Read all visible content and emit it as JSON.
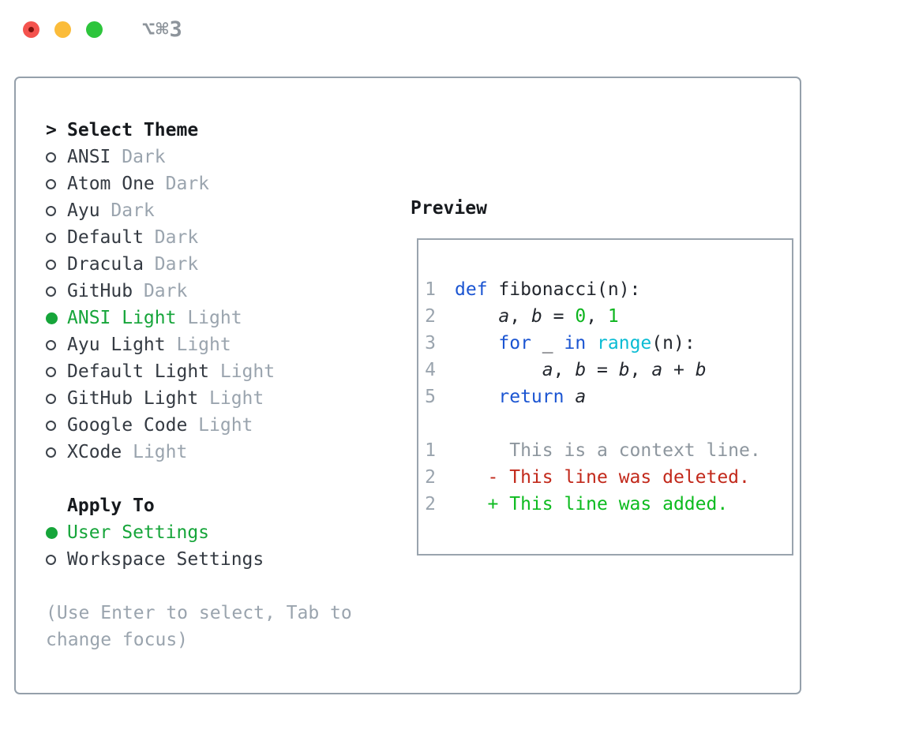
{
  "window": {
    "title": "⌥⌘3"
  },
  "theme_picker": {
    "header_prefix": ">",
    "header": "Select Theme",
    "items": [
      {
        "name": "ANSI",
        "variant": "Dark",
        "selected": false
      },
      {
        "name": "Atom One",
        "variant": "Dark",
        "selected": false
      },
      {
        "name": "Ayu",
        "variant": "Dark",
        "selected": false
      },
      {
        "name": "Default",
        "variant": "Dark",
        "selected": false
      },
      {
        "name": "Dracula",
        "variant": "Dark",
        "selected": false
      },
      {
        "name": "GitHub",
        "variant": "Dark",
        "selected": false
      },
      {
        "name": "ANSI Light",
        "variant": "Light",
        "selected": true
      },
      {
        "name": "Ayu Light",
        "variant": "Light",
        "selected": false
      },
      {
        "name": "Default Light",
        "variant": "Light",
        "selected": false
      },
      {
        "name": "GitHub Light",
        "variant": "Light",
        "selected": false
      },
      {
        "name": "Google Code",
        "variant": "Light",
        "selected": false
      },
      {
        "name": "XCode",
        "variant": "Light",
        "selected": false
      }
    ]
  },
  "apply_to": {
    "header": "Apply To",
    "options": [
      {
        "label": "User Settings",
        "selected": true
      },
      {
        "label": "Workspace Settings",
        "selected": false
      }
    ]
  },
  "help_text": "(Use Enter to select, Tab to change focus)",
  "preview": {
    "header": "Preview",
    "code_lines": [
      {
        "num": "1",
        "tokens": [
          {
            "text": "def",
            "style": "kw"
          },
          {
            "text": " fibonacci(n):",
            "style": "fg"
          }
        ]
      },
      {
        "num": "2",
        "tokens": [
          {
            "text": "    ",
            "style": "fg"
          },
          {
            "text": "a",
            "style": "var"
          },
          {
            "text": ", ",
            "style": "fg"
          },
          {
            "text": "b",
            "style": "var"
          },
          {
            "text": " = ",
            "style": "fg"
          },
          {
            "text": "0",
            "style": "num"
          },
          {
            "text": ", ",
            "style": "fg"
          },
          {
            "text": "1",
            "style": "num"
          }
        ]
      },
      {
        "num": "3",
        "tokens": [
          {
            "text": "    ",
            "style": "fg"
          },
          {
            "text": "for",
            "style": "kw"
          },
          {
            "text": " _ ",
            "style": "fg"
          },
          {
            "text": "in",
            "style": "kw"
          },
          {
            "text": " ",
            "style": "fg"
          },
          {
            "text": "range",
            "style": "fn"
          },
          {
            "text": "(n):",
            "style": "fg"
          }
        ]
      },
      {
        "num": "4",
        "tokens": [
          {
            "text": "        ",
            "style": "fg"
          },
          {
            "text": "a",
            "style": "var"
          },
          {
            "text": ", ",
            "style": "fg"
          },
          {
            "text": "b",
            "style": "var"
          },
          {
            "text": " = ",
            "style": "fg"
          },
          {
            "text": "b",
            "style": "var"
          },
          {
            "text": ", ",
            "style": "fg"
          },
          {
            "text": "a",
            "style": "var"
          },
          {
            "text": " + ",
            "style": "fg"
          },
          {
            "text": "b",
            "style": "var"
          }
        ]
      },
      {
        "num": "5",
        "tokens": [
          {
            "text": "    ",
            "style": "fg"
          },
          {
            "text": "return",
            "style": "kw"
          },
          {
            "text": " ",
            "style": "fg"
          },
          {
            "text": "a",
            "style": "var"
          }
        ]
      }
    ],
    "diff_lines": [
      {
        "num": "1",
        "text": "     This is a context line.",
        "style": "context"
      },
      {
        "num": "2",
        "text": "   - This line was deleted.",
        "style": "deleted"
      },
      {
        "num": "2",
        "text": "   + This line was added.",
        "style": "added"
      }
    ]
  },
  "colors": {
    "keyword_blue": "#1b55d2",
    "function_cyan": "#0bbcd4",
    "number_green": "#0db51e",
    "added_green": "#0dbb1f",
    "deleted_red": "#c2291b",
    "selected_green": "#16a53a",
    "muted_gray": "#9aa4ae",
    "panel_border": "#95a0ab",
    "traffic_red": "#f4534e",
    "traffic_yellow": "#fbbc3a",
    "traffic_green": "#2dc53c"
  }
}
